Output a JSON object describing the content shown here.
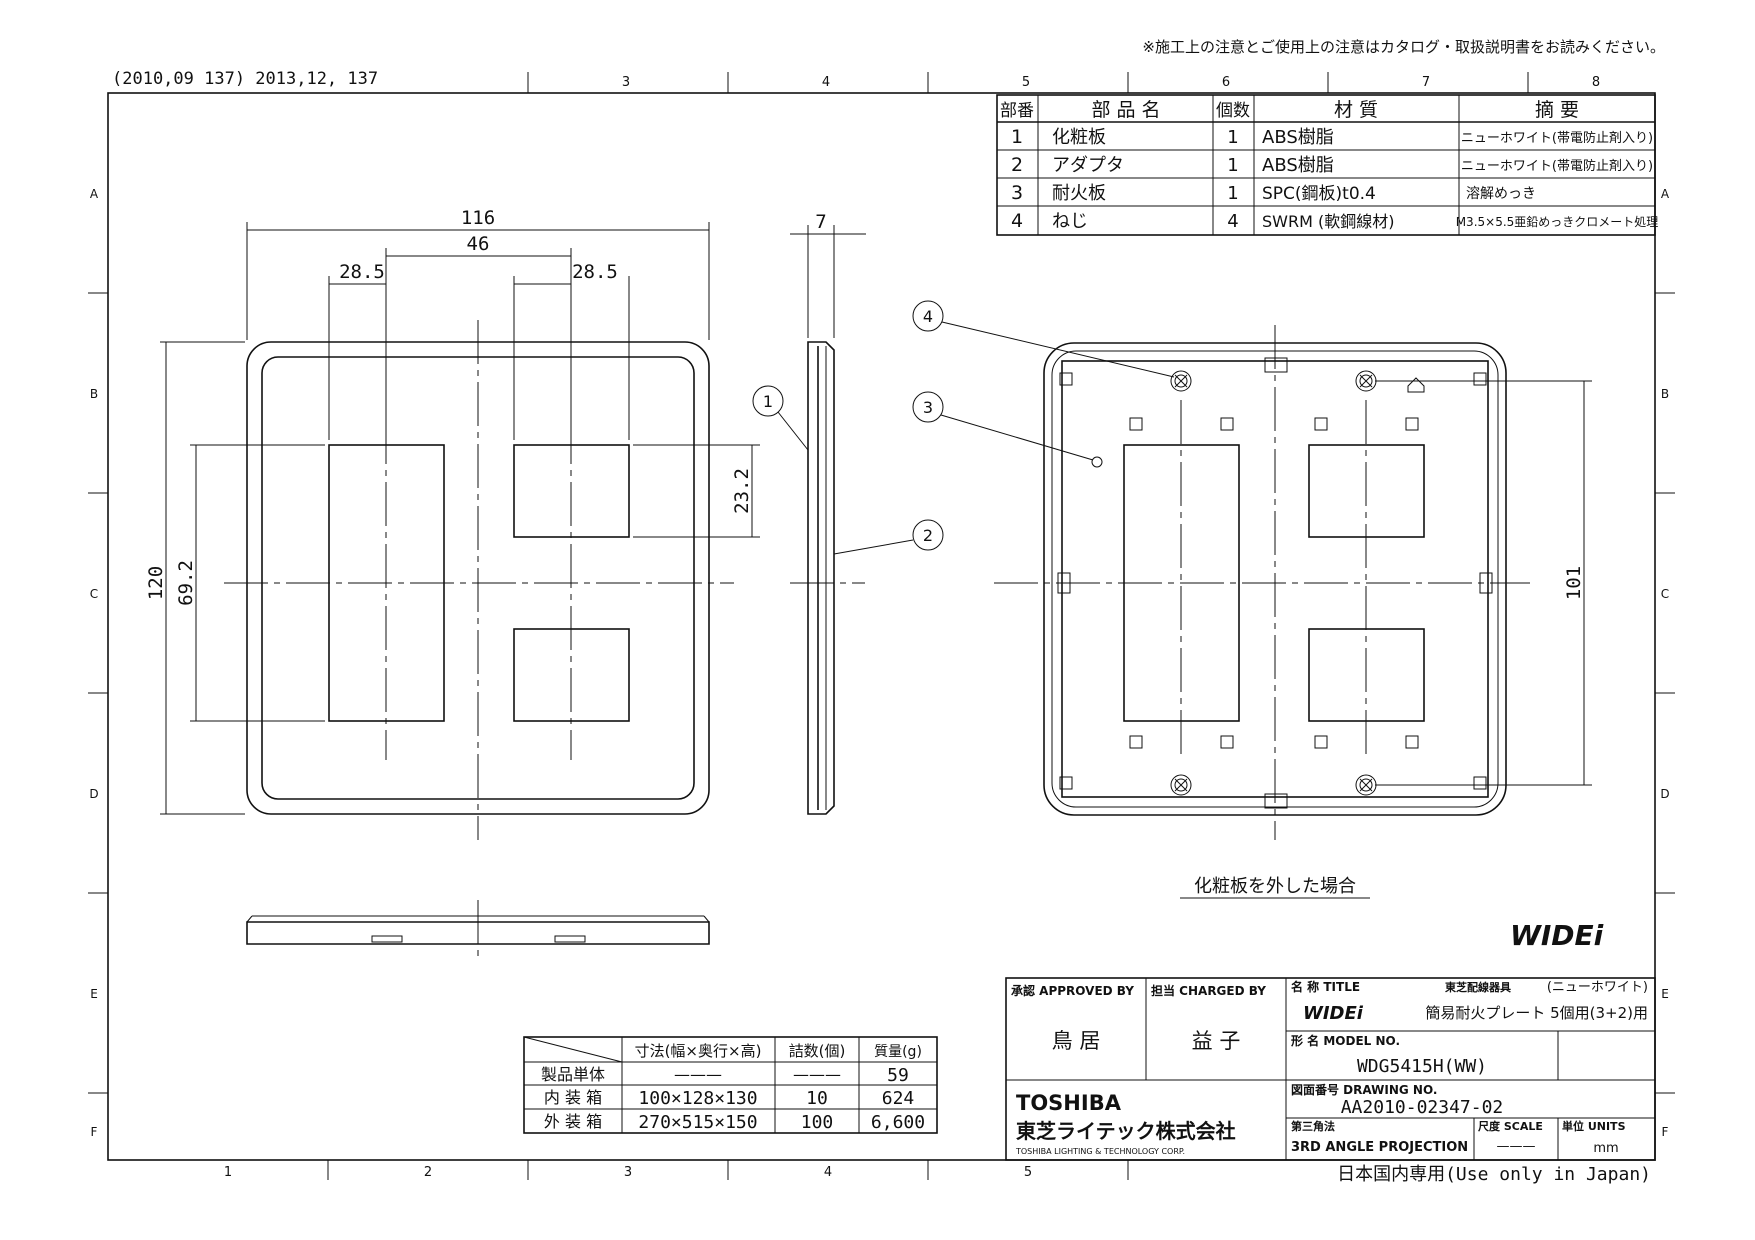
{
  "header": {
    "notice": "※施工上の注意とご使用上の注意はカタログ・取扱説明書をお読みください。",
    "revision": "(2010,09 137) 2013,12, 137"
  },
  "border": {
    "cols_top": [
      "3",
      "4",
      "5",
      "6",
      "7",
      "8"
    ],
    "cols_bottom": [
      "1",
      "2",
      "3",
      "4",
      "5"
    ],
    "rows": [
      "A",
      "B",
      "C",
      "D",
      "E",
      "F"
    ]
  },
  "parts_table": {
    "headers": [
      "部番",
      "部 品 名",
      "個数",
      "材 質",
      "摘 要"
    ],
    "rows": [
      [
        "1",
        "化粧板",
        "1",
        "ABS樹脂",
        "ニューホワイト(帯電防止剤入り)"
      ],
      [
        "2",
        "アダプタ",
        "1",
        "ABS樹脂",
        "ニューホワイト(帯電防止剤入り)"
      ],
      [
        "3",
        "耐火板",
        "1",
        "SPC(鋼板)t0.4",
        "溶解めっき"
      ],
      [
        "4",
        "ねじ",
        "4",
        "SWRM (軟鋼線材)",
        "M3.5×5.5亜鉛めっきクロメート処理"
      ]
    ]
  },
  "dimensions": {
    "width": "116",
    "center": "46",
    "left_offset": "28.5",
    "right_offset": "28.5",
    "depth": "7",
    "height": "120",
    "opening_height": "69.2",
    "small_opening": "23.2",
    "mount_pitch": "101"
  },
  "callouts": [
    "1",
    "2",
    "3",
    "4"
  ],
  "caption_removed": "化粧板を外した場合",
  "brand_logo": "WIDEi",
  "packing_table": {
    "headers": [
      "寸法(幅×奥行×高)",
      "詰数(個)",
      "質量(g)"
    ],
    "rows": [
      [
        "製品単体",
        "———",
        "———",
        "59"
      ],
      [
        "内 装 箱",
        "100×128×130",
        "10",
        "624"
      ],
      [
        "外 装 箱",
        "270×515×150",
        "100",
        "6,600"
      ]
    ]
  },
  "title_block": {
    "approved_label": "承認 APPROVED BY",
    "approved_name": "鳥 居",
    "charged_label": "担当 CHARGED BY",
    "charged_name": "益 子",
    "title_label": "名 称 TITLE",
    "title_category": "東芝配線器具",
    "title_color": "(ニューホワイト)",
    "title_logo": "WIDEi",
    "title_name": "簡易耐火プレート 5個用(3+2)用",
    "model_label": "形 名 MODEL NO.",
    "model_value": "WDG5415H(WW)",
    "drawing_label": "図面番号 DRAWING NO.",
    "drawing_value": "AA2010-02347-02",
    "company_en": "TOSHIBA",
    "company_ja": "東芝ライテック株式会社",
    "company_full": "TOSHIBA LIGHTING & TECHNOLOGY CORP.",
    "projection_label": "第三角法",
    "projection_value": "3RD ANGLE PROJECTION",
    "scale_label": "尺度 SCALE",
    "scale_value": "———",
    "units_label": "単位 UNITS",
    "units_value": "mm"
  },
  "footer_note": "日本国内専用(Use only in Japan)"
}
